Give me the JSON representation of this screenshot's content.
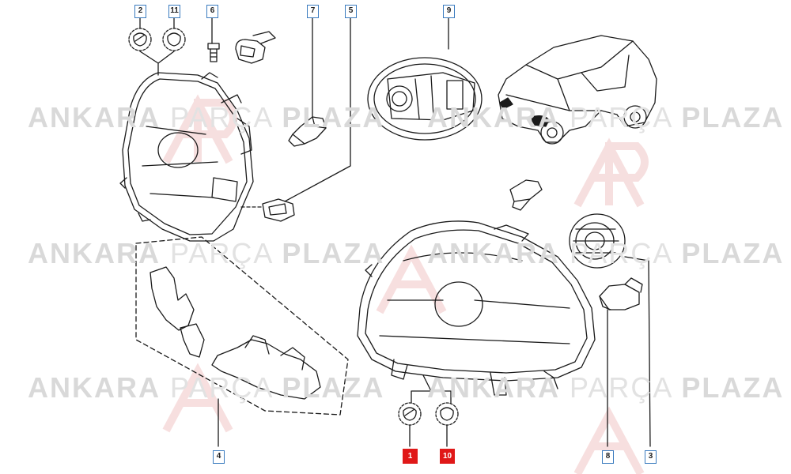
{
  "watermark": {
    "brand": "ANKARA",
    "middle": "PARÇA",
    "end": "PLAZA",
    "logo": "AP"
  },
  "callouts": [
    {
      "id": "2",
      "highlighted": false
    },
    {
      "id": "11",
      "highlighted": false
    },
    {
      "id": "6",
      "highlighted": false
    },
    {
      "id": "7",
      "highlighted": false
    },
    {
      "id": "5",
      "highlighted": false
    },
    {
      "id": "9",
      "highlighted": false
    },
    {
      "id": "4",
      "highlighted": false
    },
    {
      "id": "1",
      "highlighted": true
    },
    {
      "id": "10",
      "highlighted": true
    },
    {
      "id": "8",
      "highlighted": false
    },
    {
      "id": "3",
      "highlighted": false
    }
  ],
  "colors": {
    "callout_border": "#3a7bbf",
    "highlight": "#e01818",
    "line_art": "#1a1a1a",
    "watermark": "#d9d9d9",
    "logo_red": "#f0c4c4"
  }
}
